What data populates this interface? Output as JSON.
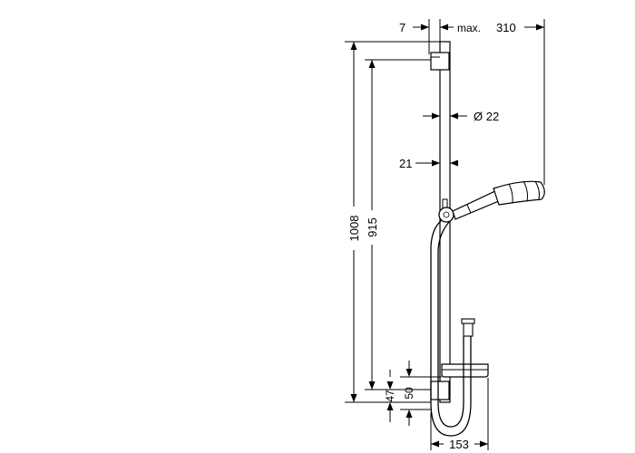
{
  "dimensions": {
    "offset_top": "7",
    "max_label": "max.",
    "max_reach": "310",
    "pipe_diameter": "Ø 22",
    "bar_depth": "21",
    "total_height": "1008",
    "mount_height": "915",
    "dim_50": "50",
    "dim_47": "47",
    "width_bottom": "153"
  },
  "colors": {
    "line": "#000000",
    "background": "#ffffff"
  }
}
